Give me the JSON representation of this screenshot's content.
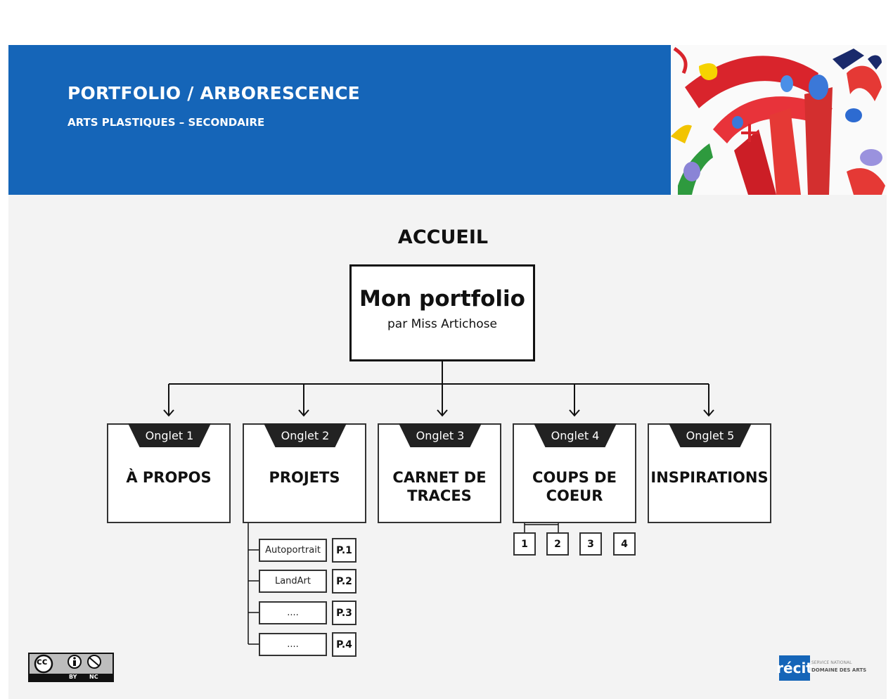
{
  "header": {
    "title": "PORTFOLIO / ARBORESCENCE",
    "subtitle": "ARTS PLASTIQUES – SECONDAIRE",
    "accent_color": "#1565b8"
  },
  "home_label": "ACCUEIL",
  "root": {
    "title": "Mon portfolio",
    "subtitle": "par Miss Artichose"
  },
  "tabs": [
    {
      "badge": "Onglet 1",
      "lines": [
        "À PROPOS"
      ]
    },
    {
      "badge": "Onglet 2",
      "lines": [
        "PROJETS"
      ]
    },
    {
      "badge": "Onglet 3",
      "lines": [
        "CARNET DE",
        "TRACES"
      ]
    },
    {
      "badge": "Onglet 4",
      "lines": [
        "COUPS DE",
        "COEUR"
      ]
    },
    {
      "badge": "Onglet 5",
      "lines": [
        "INSPIRATIONS"
      ]
    }
  ],
  "projects": [
    {
      "name": "Autoportrait",
      "page": "P.1"
    },
    {
      "name": "LandArt",
      "page": "P.2"
    },
    {
      "name": "....",
      "page": "P.3"
    },
    {
      "name": "....",
      "page": "P.4"
    }
  ],
  "favorites": [
    "1",
    "2",
    "3",
    "4"
  ],
  "footer": {
    "license_icon": "creative-commons-by-nc-icon",
    "license_cc": "cc",
    "license_by": "BY",
    "license_nc": "NC",
    "logo_icon": "recit-logo-icon",
    "logo_text": "récit",
    "logo_small": "SERVICE NATIONAL",
    "logo_domain": "DOMAINE DES ARTS"
  }
}
